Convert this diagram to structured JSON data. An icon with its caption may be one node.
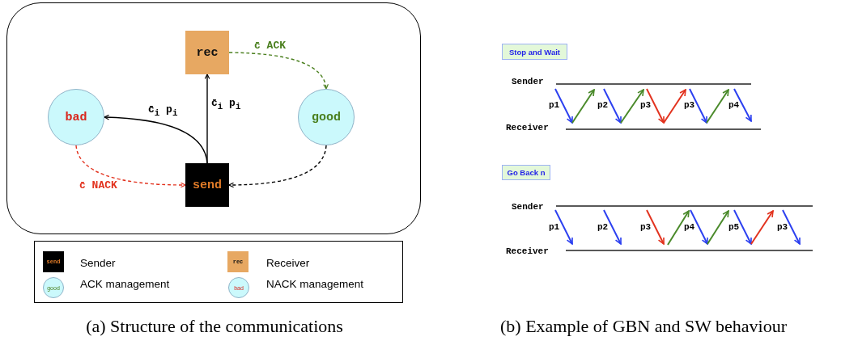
{
  "diagram": {
    "nodes": [
      {
        "text": [],
        "shape": "box"
      },
      {
        "text": [
          "rec"
        ],
        "in": 0
      },
      {
        "text": [
          "bad"
        ],
        "in": 0
      },
      {
        "text": [
          "good"
        ],
        "in": 0
      },
      {
        "text": [
          "send"
        ],
        "in": 0
      },
      {
        "text": [
          "Stop and Wait"
        ]
      },
      {
        "text": [
          "Go Back n"
        ]
      }
    ],
    "edges": [
      {
        "from": 4,
        "to": 2,
        "arrow": "to",
        "label": "c̄$_{i}$ p$_{i}$"
      },
      {
        "from": 4,
        "to": 1,
        "arrow": "to",
        "label": "c̄$_{i}$ p$_{i}$"
      },
      {
        "from": 1,
        "to": 3,
        "arrow": "to",
        "label": "c̄ ACK",
        "style": "dashed",
        "color": "#4a7f1e"
      },
      {
        "from": 2,
        "to": 4,
        "arrow": "to",
        "label": "c̄ NACK",
        "style": "dashed",
        "color": "#e2321e"
      },
      {
        "from": 3,
        "to": 4,
        "arrow": "to",
        "style": "dashed"
      }
    ],
    "labels": [
      "send",
      "rec",
      "good",
      "bad",
      "(a) Structure of the communications",
      "Sender",
      "p1",
      "p2",
      "p3",
      "p3",
      "p4",
      "Receiver",
      "Sender",
      "p1",
      "p2",
      "p3",
      "p4",
      "p5",
      "p3",
      "Receiver",
      "(b) Example of GBN and SW behaviour"
    ],
    "legend": [
      {
        "text": "Sender"
      },
      {
        "text": "Receiver"
      },
      {
        "text": "ACK management"
      },
      {
        "text": "NACK management"
      }
    ]
  }
}
